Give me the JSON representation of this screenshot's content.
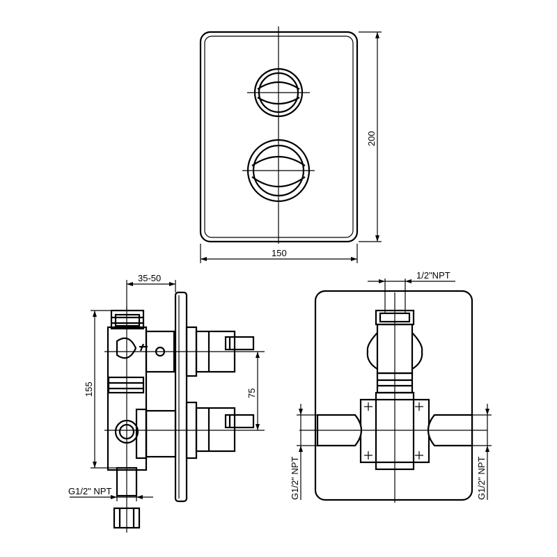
{
  "dimensions": {
    "plate_height": "200",
    "plate_width": "150",
    "wall_depth": "35-50",
    "body_height": "155",
    "handle_spacing": "75",
    "inlet_bottom": "G1/2\" NPT",
    "outlet_top": "1/2\"NPT",
    "inlet_left": "G1/2\" NPT",
    "inlet_right": "G1/2\" NPT"
  },
  "colors": {
    "line": "#000000",
    "background": "#ffffff"
  }
}
